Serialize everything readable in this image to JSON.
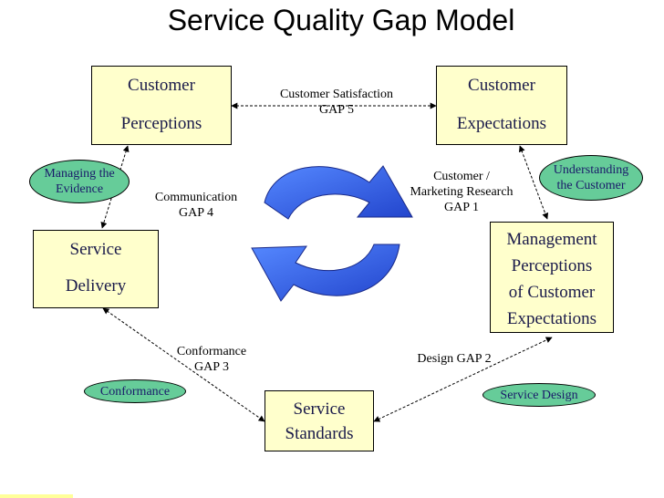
{
  "title": "Service Quality Gap Model",
  "boxes": {
    "perceptions": [
      "Customer",
      "Perceptions"
    ],
    "expectations": [
      "Customer",
      "Expectations"
    ],
    "delivery": [
      "Service",
      "Delivery"
    ],
    "management": [
      "Management",
      "Perceptions",
      "of Customer",
      "Expectations"
    ],
    "standards": [
      "Service",
      "Standards"
    ]
  },
  "gaps": {
    "gap5": [
      "Customer Satisfaction",
      "GAP 5"
    ],
    "gap4": [
      "Communication",
      "GAP 4"
    ],
    "gap1": [
      "Customer /",
      "Marketing Research",
      "GAP 1"
    ],
    "gap3": [
      "Conformance",
      "GAP 3"
    ],
    "gap2": [
      "Design GAP 2"
    ]
  },
  "ovals": {
    "evidence": [
      "Managing the",
      "Evidence"
    ],
    "understanding": [
      "Understanding",
      "the Customer"
    ],
    "conformance": [
      "Conformance"
    ],
    "design": [
      "Service Design"
    ]
  },
  "colors": {
    "box_fill": "#ffffcc",
    "oval_fill": "#66cc99",
    "arrow_blue": "#3366ee"
  }
}
